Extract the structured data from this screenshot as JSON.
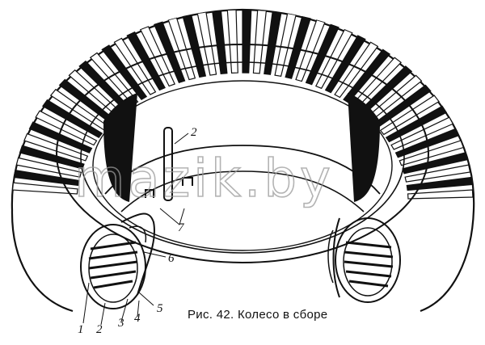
{
  "caption": "Рис. 42. Колесо в сборе",
  "watermark": "mazik.by",
  "callouts": [
    "1",
    "2",
    "3",
    "4",
    "5",
    "6",
    "7"
  ],
  "callout_top": "2"
}
